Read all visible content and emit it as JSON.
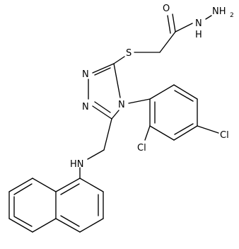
{
  "molecule": {
    "atoms": {
      "O": "O",
      "NH": "N",
      "H_of_NH": "H",
      "NH2": "NH",
      "NH2_sub": "2",
      "S": "S",
      "N_ring_top": "N",
      "N_ring_left": "N",
      "N_ring_4": "N",
      "Cl_para": "Cl",
      "Cl_ortho": "Cl",
      "HN_linker": "HN"
    }
  },
  "colors": {
    "ink": "#000000",
    "background": "#ffffff"
  }
}
